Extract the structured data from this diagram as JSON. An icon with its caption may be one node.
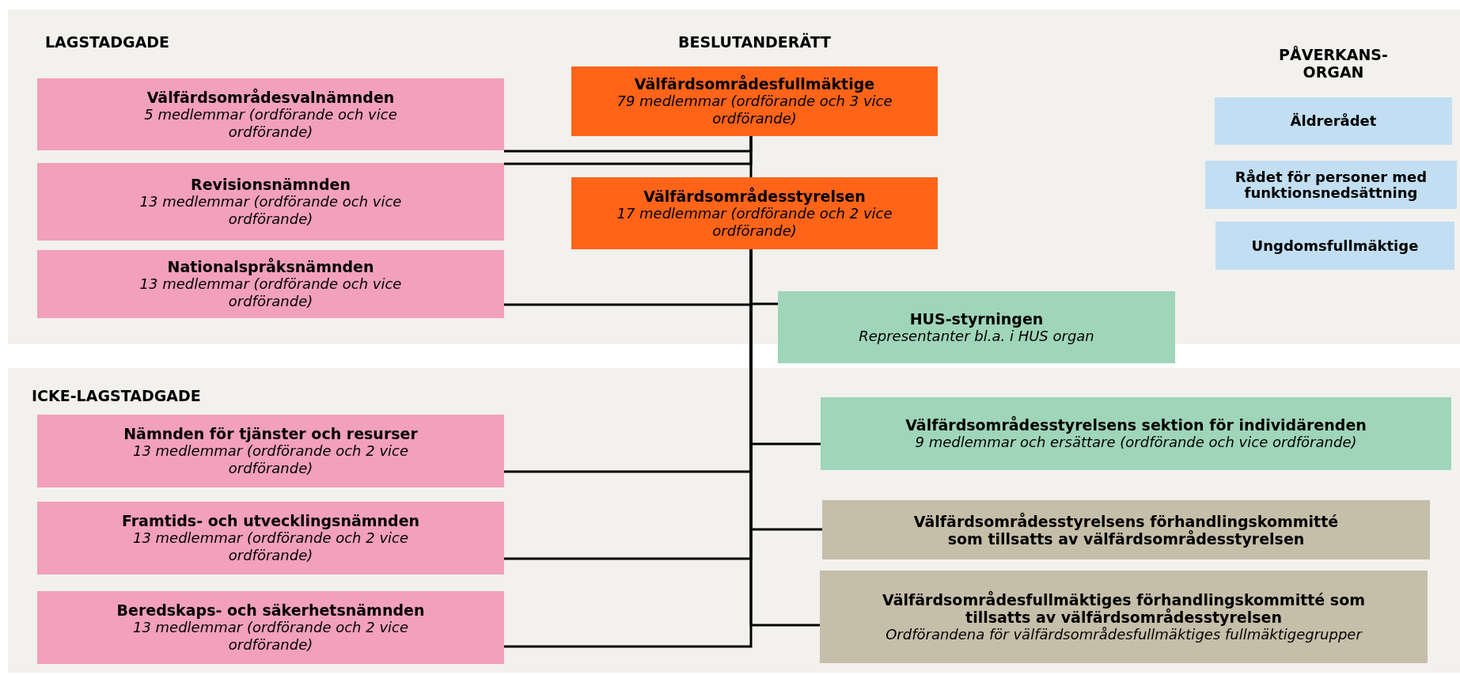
{
  "diagram": {
    "nodes": [
      {
        "text": [
          "Välfärdsområdesvalnämnden",
          "5 medlemmar (ordförande och vice ordförande)"
        ]
      },
      {
        "text": [
          "Revisionsnämnden",
          "13 medlemmar (ordförande och vice ordförande)"
        ]
      },
      {
        "text": [
          "Nationalspråksnämnden",
          "13 medlemmar (ordförande och vice ordförande)"
        ]
      },
      {
        "text": [
          "Välfärdsområdesfullmäktige",
          "79 medlemmar (ordförande och 3 vice ordförande)"
        ]
      },
      {
        "text": [
          "Välfärdsområdesstyrelsen",
          "17 medlemmar (ordförande och 2 vice ordförande)"
        ]
      },
      {
        "text": [
          "Äldrerådet"
        ]
      },
      {
        "text": [
          "Rådet för personer med funktionsnedsättning"
        ]
      },
      {
        "text": [
          "Ungdomsfullmäktige"
        ]
      },
      {
        "text": [
          "HUS-styrningen",
          "Representanter bl.a. i HUS organ"
        ]
      },
      {
        "text": [
          "Nämnden för tjänster och resurser",
          "13 medlemmar (ordförande och 2 vice ordförande)"
        ]
      },
      {
        "text": [
          "Välfärdsområdesstyrelsens sektion för individärenden",
          "9 medlemmar och ersättare (ordförande och vice ordförande)"
        ]
      },
      {
        "text": [
          "Framtids- och utvecklingsnämnden",
          "13 medlemmar (ordförande och 2 vice ordförande)"
        ]
      },
      {
        "text": [
          "Välfärdsområdesstyrelsens förhandlingskommitté som tillsatts av välfärdsområdesstyrelsen"
        ]
      },
      {
        "text": [
          "Beredskaps- och säkerhetsnämnden",
          "13 medlemmar (ordförande och 2 vice ordförande)"
        ]
      },
      {
        "text": [
          "Välfärdsområdesfullmäktiges förhandlingskommitté som tillsatts av välfärdsområdesstyrelsen",
          "Ordförandena för välfärdsområdesfullmäktiges fullmäktigegrupper"
        ]
      }
    ],
    "edges": [
      {
        "from": 3,
        "to": 0,
        "arrow": "none"
      },
      {
        "from": 3,
        "to": 1,
        "arrow": "none"
      },
      {
        "from": 3,
        "to": 4,
        "arrow": "none"
      },
      {
        "from": 4,
        "to": 2,
        "arrow": "none"
      },
      {
        "from": 4,
        "to": 8,
        "arrow": "none"
      },
      {
        "from": 4,
        "to": 10,
        "arrow": "none"
      },
      {
        "from": 4,
        "to": 9,
        "arrow": "none"
      },
      {
        "from": 4,
        "to": 12,
        "arrow": "none"
      },
      {
        "from": 4,
        "to": 11,
        "arrow": "none"
      },
      {
        "from": 4,
        "to": 14,
        "arrow": "none"
      },
      {
        "from": 4,
        "to": 13,
        "arrow": "none"
      }
    ],
    "labels": [
      "LAGSTADGADE",
      "BESLUTANDERÄTT",
      "PÅVERKANS-ORGAN",
      "ICKE-LAGSTADGADE"
    ]
  }
}
